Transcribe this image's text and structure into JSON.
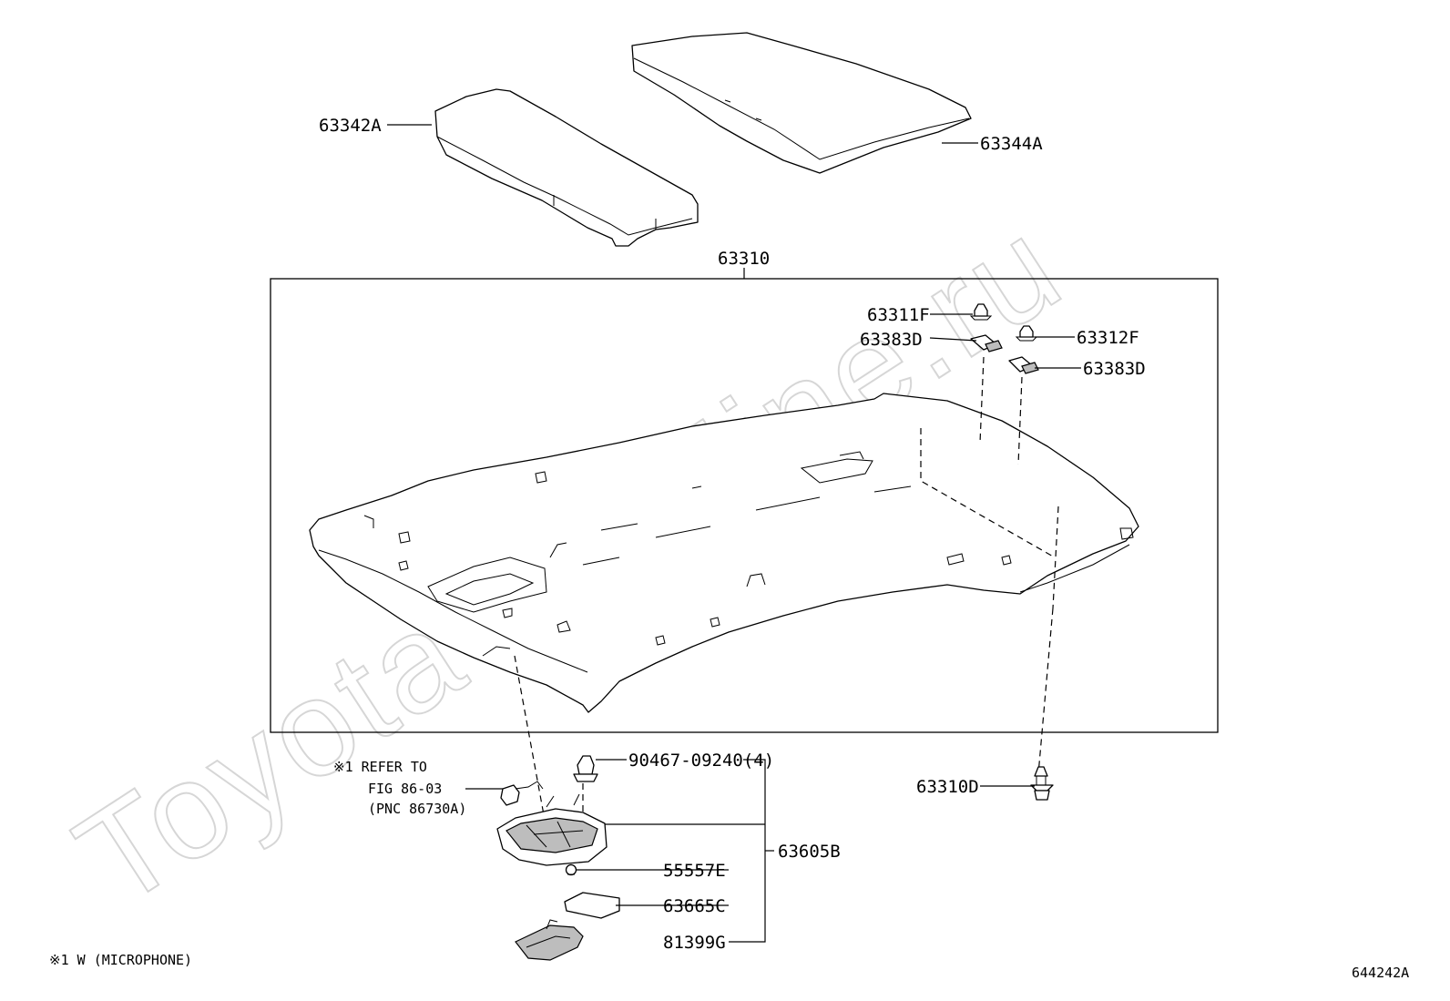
{
  "watermark": "ToyotaCarMine.ru",
  "labels": {
    "p63342A": "63342A",
    "p63344A": "63344A",
    "p63310": "63310",
    "p63311F": "63311F",
    "p63383D_1": "63383D",
    "p63312F": "63312F",
    "p63383D_2": "63383D",
    "p90467": "90467-09240(4)",
    "p63310D": "63310D",
    "p55557E": "55557E",
    "p63605B": "63605B",
    "p63665C": "63665C",
    "p81399G": "81399G"
  },
  "refer": {
    "line1": "※1 REFER TO",
    "line2": "FIG 86-03",
    "line3": "(PNC 86730A)"
  },
  "footnote": "※1 W (MICROPHONE)",
  "figure_code": "644242A"
}
